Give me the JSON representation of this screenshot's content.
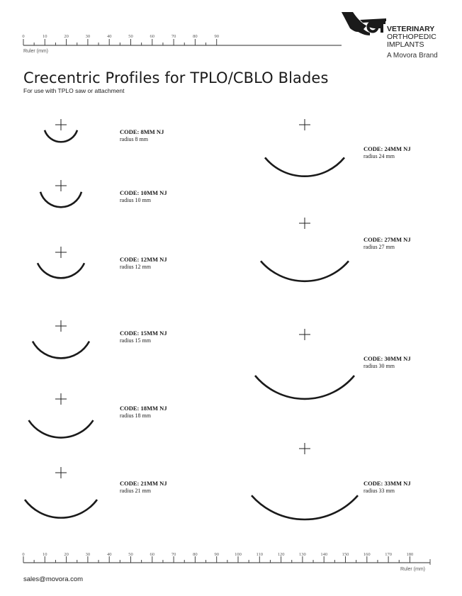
{
  "header": {
    "title": "Crecentric Profiles for TPLO/CBLO Blades",
    "subtitle": "For use with TPLO saw or attachment"
  },
  "brand": {
    "line1": "VETERINARY",
    "line2": "ORTHOPEDIC",
    "line3": "IMPLANTS",
    "tagline": "A Movora Brand",
    "logo_icon": "voi-logo"
  },
  "ruler_top": {
    "caption": "Ruler (mm)",
    "ticks": [
      0,
      10,
      20,
      30,
      40,
      50,
      60,
      70,
      80,
      90
    ]
  },
  "ruler_bottom": {
    "caption": "Ruler (mm)",
    "ticks": [
      0,
      10,
      20,
      30,
      40,
      50,
      60,
      70,
      80,
      90,
      100,
      110,
      120,
      130,
      140,
      150,
      160,
      170,
      180
    ]
  },
  "profiles": [
    {
      "code": "CODE: 8MM NJ",
      "radius_text": "radius 8 mm",
      "radius_mm": 8
    },
    {
      "code": "CODE: 10MM NJ",
      "radius_text": "radius 10 mm",
      "radius_mm": 10
    },
    {
      "code": "CODE: 12MM NJ",
      "radius_text": "radius 12 mm",
      "radius_mm": 12
    },
    {
      "code": "CODE: 15MM NJ",
      "radius_text": "radius 15 mm",
      "radius_mm": 15
    },
    {
      "code": "CODE: 18MM NJ",
      "radius_text": "radius 18 mm",
      "radius_mm": 18
    },
    {
      "code": "CODE: 21MM NJ",
      "radius_text": "radius 21 mm",
      "radius_mm": 21
    },
    {
      "code": "CODE: 24MM NJ",
      "radius_text": "radius 24 mm",
      "radius_mm": 24
    },
    {
      "code": "CODE: 27MM NJ",
      "radius_text": "radius 27 mm",
      "radius_mm": 27
    },
    {
      "code": "CODE: 30MM NJ",
      "radius_text": "radius 30 mm",
      "radius_mm": 30
    },
    {
      "code": "CODE: 33MM NJ",
      "radius_text": "radius 33 mm",
      "radius_mm": 33
    }
  ],
  "footer": {
    "email": "sales@movora.com"
  }
}
